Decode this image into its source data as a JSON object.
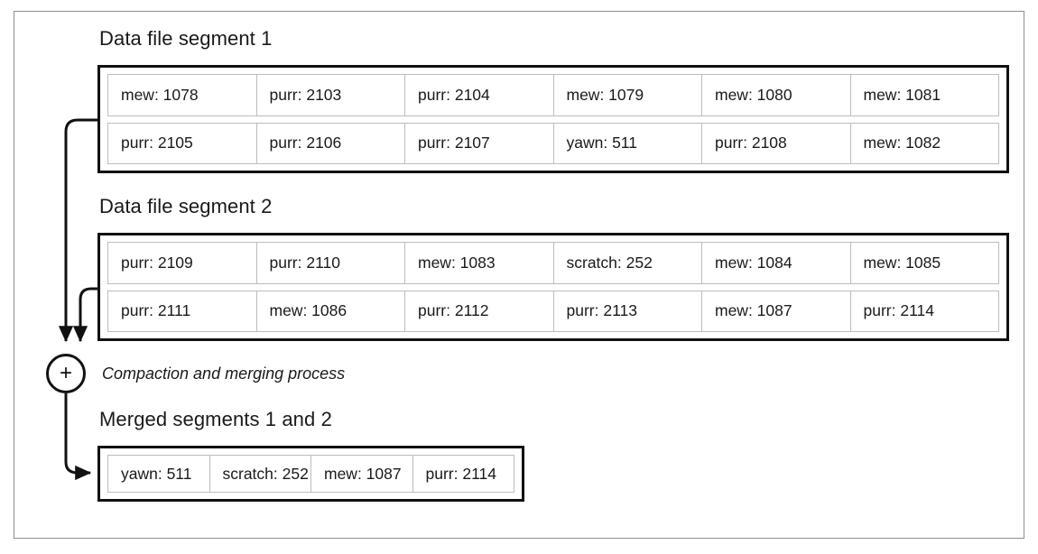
{
  "figure": {
    "merge_node_symbol": "+",
    "process_caption": "Compaction and merging process"
  },
  "segments": [
    {
      "title": "Data file segment 1",
      "rows": [
        [
          "mew: 1078",
          "purr: 2103",
          "purr: 2104",
          "mew: 1079",
          "mew: 1080",
          "mew: 1081"
        ],
        [
          "purr: 2105",
          "purr: 2106",
          "purr: 2107",
          "yawn: 511",
          "purr: 2108",
          "mew: 1082"
        ]
      ]
    },
    {
      "title": "Data file segment 2",
      "rows": [
        [
          "purr: 2109",
          "purr: 2110",
          "mew: 1083",
          "scratch: 252",
          "mew: 1084",
          "mew: 1085"
        ],
        [
          "purr: 2111",
          "mew: 1086",
          "purr: 2112",
          "purr: 2113",
          "mew: 1087",
          "purr: 2114"
        ]
      ]
    }
  ],
  "merged": {
    "title": "Merged segments 1 and 2",
    "rows": [
      [
        "yawn: 511",
        "scratch: 252",
        "mew: 1087",
        "purr: 2114"
      ]
    ]
  },
  "colors": {
    "ink": "#111111",
    "cell_border": "#bdbdbd",
    "frame": "#8e8e8e",
    "background": "#ffffff"
  }
}
